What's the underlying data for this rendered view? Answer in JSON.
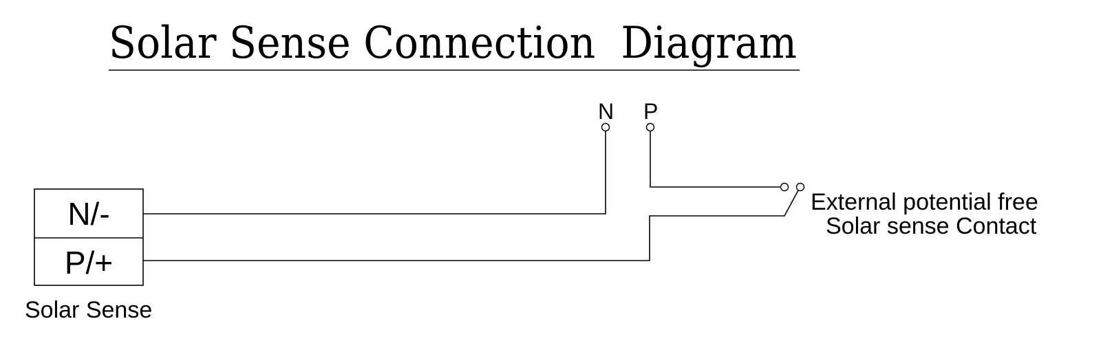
{
  "title": "Solar Sense Connection  Diagram",
  "terminals": {
    "n": "N",
    "p": "P"
  },
  "block": {
    "row_top": "N/-",
    "row_bottom": "P/+",
    "caption": "Solar Sense"
  },
  "contact": {
    "line1": "External potential free",
    "line2": "Solar sense Contact"
  }
}
